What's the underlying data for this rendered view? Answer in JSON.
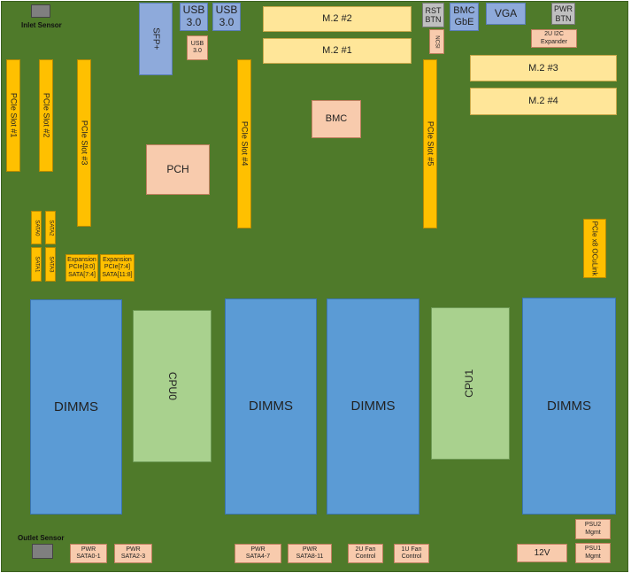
{
  "sensors": {
    "inlet": "Inlet Sensor",
    "outlet": "Outlet Sensor"
  },
  "top": {
    "sfp": "SFP+",
    "usb1": "USB 3.0",
    "usb2": "USB 3.0",
    "usb_small": "USB 3.0",
    "m2_2": "M.2 #2",
    "m2_1": "M.2 #1",
    "rst": "RST BTN",
    "bmc_gbe": "BMC GbE",
    "vga": "VGA",
    "pwr_btn": "PWR BTN",
    "ncsi": "NCSI",
    "i2c": "2U I2C Expander",
    "m2_3": "M.2 #3",
    "m2_4": "M.2 #4"
  },
  "slots": {
    "s1": "PCIe Slot #1",
    "s2": "PCIe Slot #2",
    "s3": "PCIe Slot #3",
    "s4": "PCIe Slot #4",
    "s5": "PCIe Slot #5"
  },
  "chips": {
    "pch": "PCH",
    "bmc": "BMC",
    "cpu0": "CPU0",
    "cpu1": "CPU1"
  },
  "sata": {
    "s0": "SATA0",
    "s1": "SATA1",
    "s2": "SATA2",
    "s3": "SATA3"
  },
  "expansion": {
    "e1_l1": "Expansion",
    "e1_l2": "PCIe[3:0]",
    "e1_l3": "SATA[7:4]",
    "e2_l1": "Expansion",
    "e2_l2": "PCIe[7:4]",
    "e2_l3": "SATA[11:8]"
  },
  "oculink": "PCIe x8 OCuLink",
  "dimms": {
    "d1": "DIMMS",
    "d2": "DIMMS",
    "d3": "DIMMS",
    "d4": "DIMMS"
  },
  "bottom": {
    "p1_a": "PWR",
    "p1_b": "SATA0-1",
    "p2_a": "PWR",
    "p2_b": "SATA2-3",
    "p3_a": "PWR",
    "p3_b": "SATA4-7",
    "p4_a": "PWR",
    "p4_b": "SATA8-11",
    "f1_a": "2U Fan",
    "f1_b": "Control",
    "f2_a": "1U Fan",
    "f2_b": "Control",
    "v12": "12V",
    "psu2_a": "PSU2",
    "psu2_b": "Mgmt",
    "psu1_a": "PSU1",
    "psu1_b": "Mgmt"
  }
}
